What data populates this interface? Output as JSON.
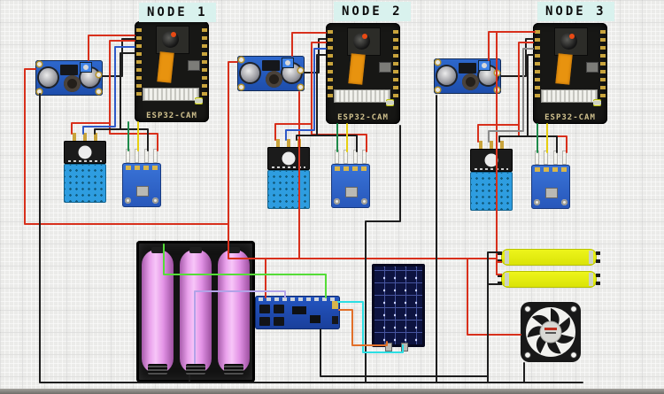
{
  "diagram": {
    "type": "iot-wiring-diagram",
    "node_labels": [
      "NODE 1",
      "NODE 2",
      "NODE 3"
    ],
    "board_label": "ESP32-CAM",
    "components_per_node": [
      "lm2596-buck-converter",
      "esp32-cam-board",
      "dht11-temperature-humidity-sensor",
      "bmp180-pressure-sensor"
    ],
    "shared_components": [
      "18650-battery-holder-3-cells",
      "bms-charger-board",
      "solar-panel",
      "cob-led-strip-top",
      "cob-led-strip-bottom",
      "dc-cooling-fan"
    ],
    "label_chip_bg": "#d9f2ee",
    "wire_colors": {
      "power_red": "#d8301c",
      "ground_black": "#1e1e1e",
      "data_blue": "#2e59c8",
      "sda_green": "#1d8a4a",
      "scl_yellow": "#e7cf10",
      "battery_lime": "#55dd38",
      "battery_purple": "#b2a3e8",
      "solar_cyan": "#2cdfe4",
      "solar_orange": "#e2702a",
      "data_gray": "#8a8a8a"
    }
  }
}
